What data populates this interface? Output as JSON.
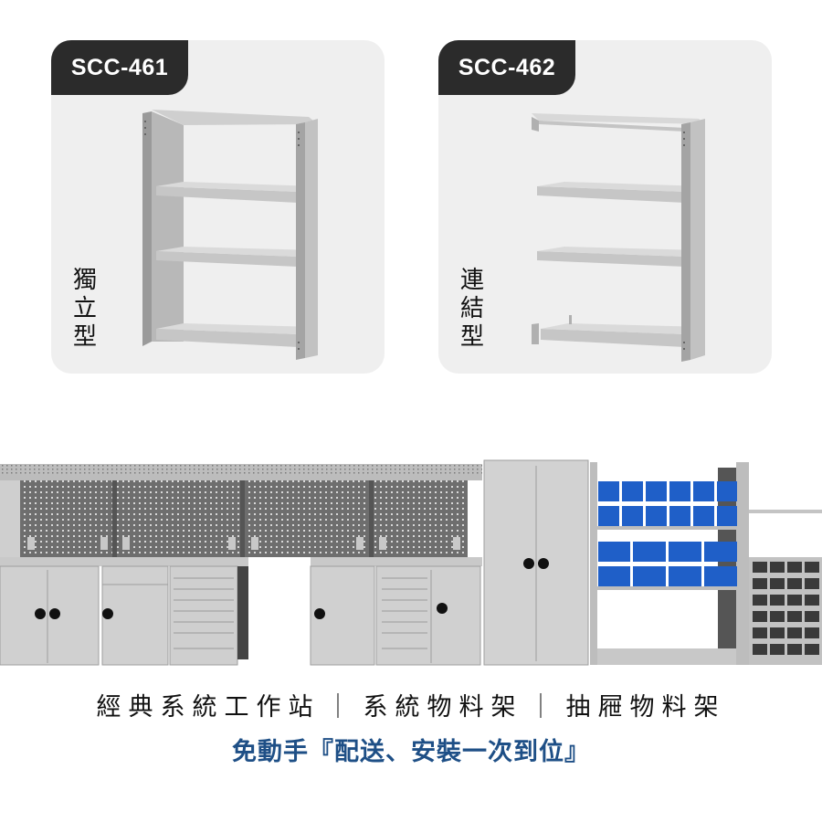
{
  "products": [
    {
      "model": "SCC-461",
      "type_label": [
        "獨",
        "立",
        "型"
      ]
    },
    {
      "model": "SCC-462",
      "type_label": [
        "連",
        "結",
        "型"
      ]
    }
  ],
  "headline": {
    "items": [
      "經典系統工作站",
      "系統物料架",
      "抽屜物料架"
    ],
    "separator": "｜"
  },
  "tagline": "免動手『配送、安裝一次到位』",
  "colors": {
    "card_bg": "#efefef",
    "tag_bg": "#2b2b2b",
    "tagline": "#1e4f86",
    "bin_blue": "#1f5fc8"
  }
}
